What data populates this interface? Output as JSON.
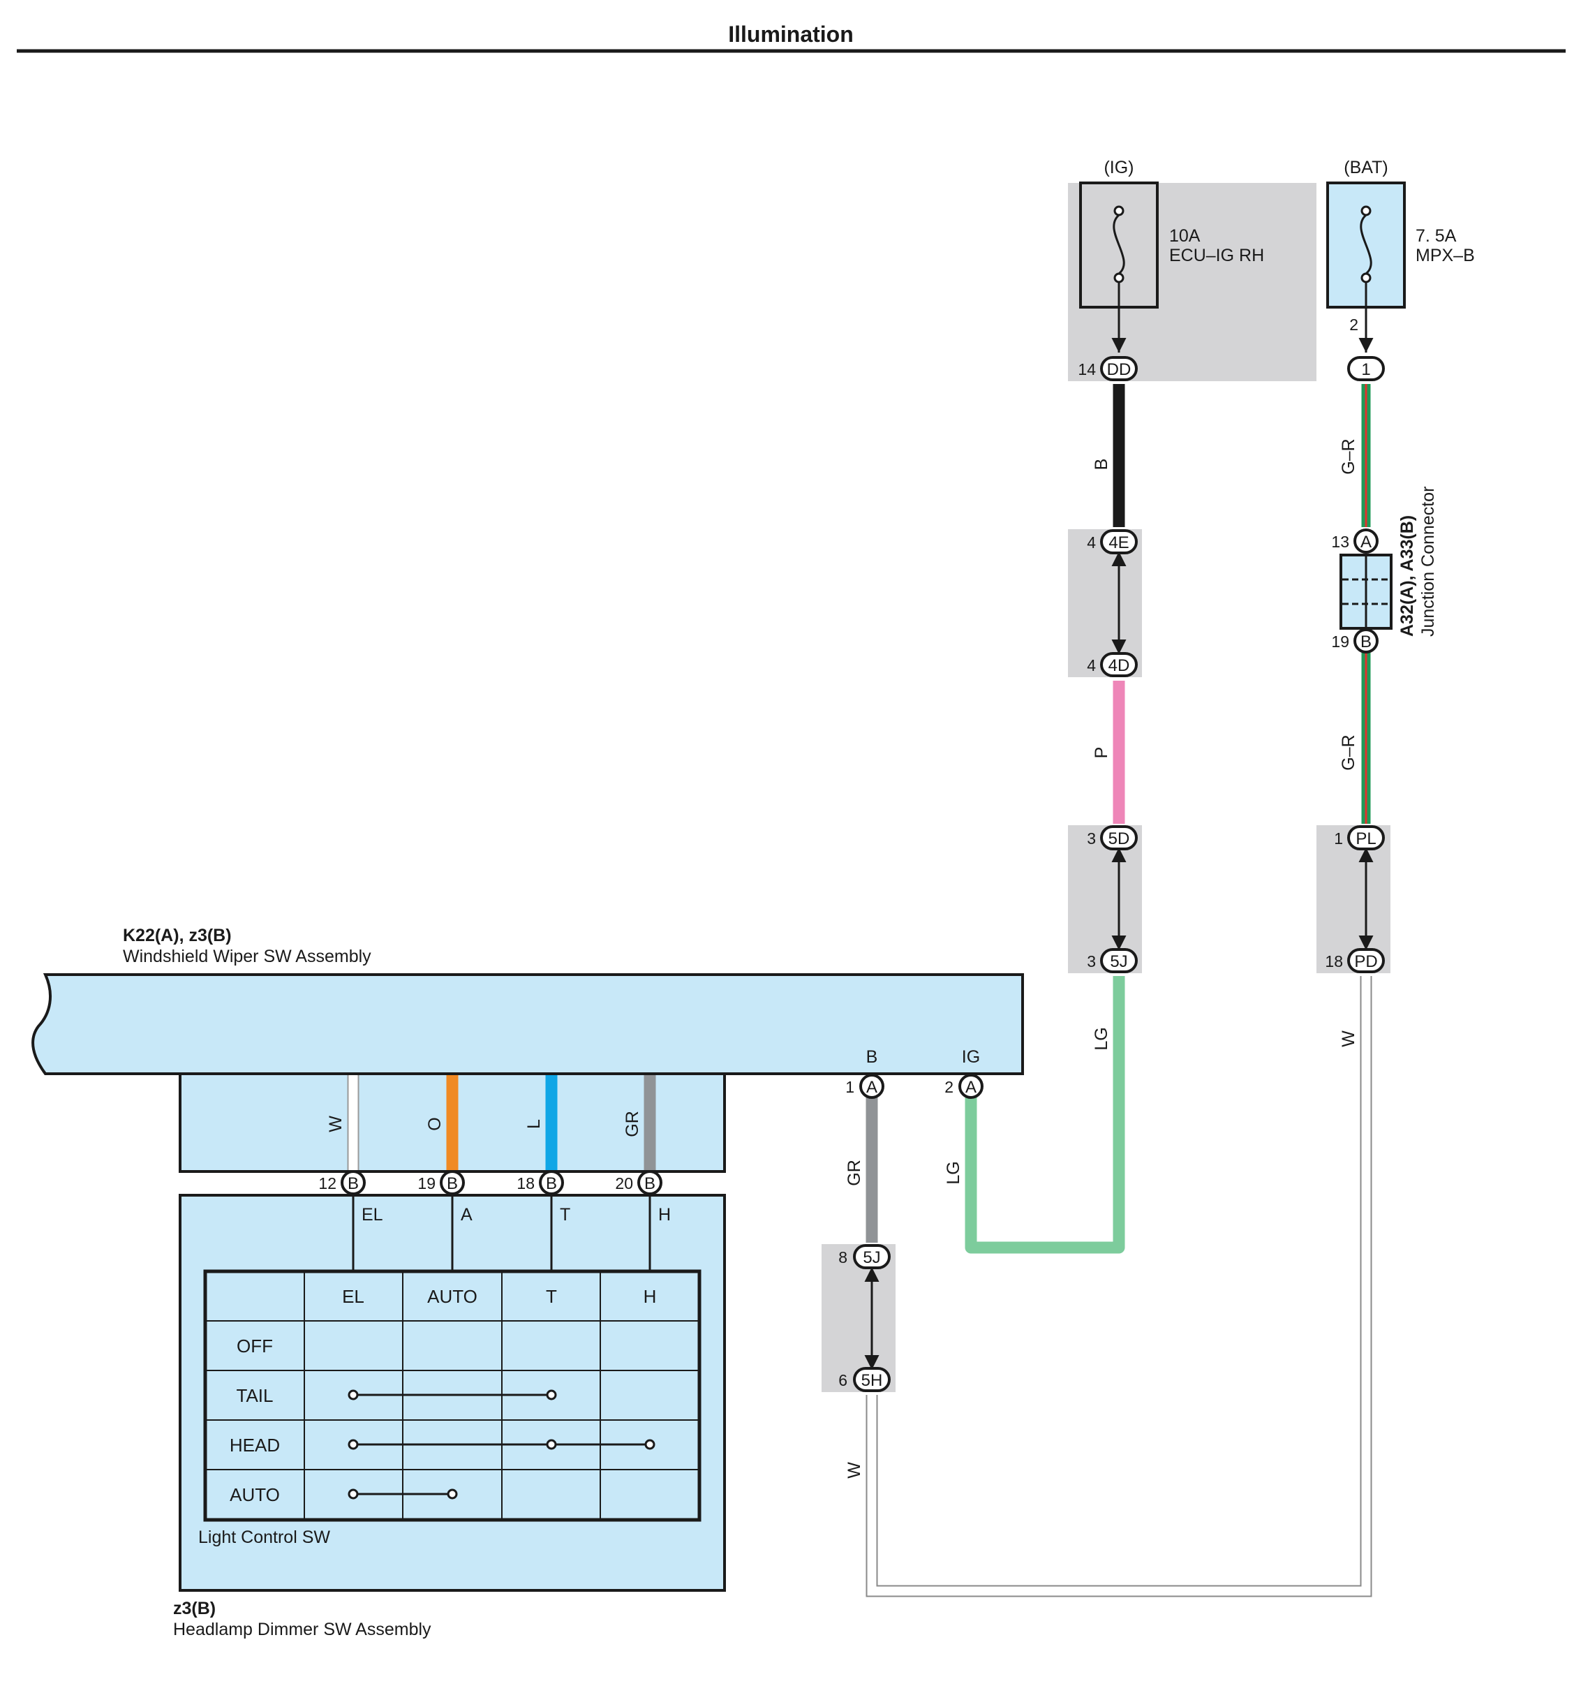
{
  "page": {
    "title": "Illumination"
  },
  "colors": {
    "component_fill": "#c8e8f8",
    "shade": "#d4d4d6",
    "wire_B": "#1a1a1a",
    "wire_P": "#ee86b8",
    "wire_LG": "#7dcc9c",
    "wire_GR": "#909396",
    "wire_O": "#f08a24",
    "wire_L": "#10a6e6",
    "wire_W": "#ffffff",
    "wire_G": "#1f9a57",
    "wire_R": "#e0342c"
  },
  "power": {
    "ig_label": "(IG)",
    "bat_label": "(BAT)",
    "fuse_ig": {
      "rating": "10A",
      "name": "ECU–IG RH"
    },
    "fuse_bat": {
      "rating": "7. 5A",
      "name": "MPX–B"
    }
  },
  "connectors": {
    "dd": {
      "pin": "14",
      "code": "DD"
    },
    "j1": {
      "pin": "2",
      "code": "1"
    },
    "e4": {
      "pin": "4",
      "code": "4E"
    },
    "d4": {
      "pin": "4",
      "code": "4D"
    },
    "d5": {
      "pin": "3",
      "code": "5D"
    },
    "j5": {
      "pin": "3",
      "code": "5J"
    },
    "pl": {
      "pin": "1",
      "code": "PL"
    },
    "pd": {
      "pin": "18",
      "code": "PD"
    },
    "a13": {
      "pin": "13",
      "code": "A"
    },
    "b19": {
      "pin": "19",
      "code": "B"
    },
    "a1": {
      "pin": "1",
      "code": "A",
      "term": "B"
    },
    "a2": {
      "pin": "2",
      "code": "A",
      "term": "IG"
    },
    "j5b": {
      "pin": "8",
      "code": "5J"
    },
    "h5": {
      "pin": "6",
      "code": "5H"
    },
    "b12": {
      "pin": "12",
      "code": "B",
      "term": "EL"
    },
    "b19b": {
      "pin": "19",
      "code": "B",
      "term": "A"
    },
    "b18": {
      "pin": "18",
      "code": "B",
      "term": "T"
    },
    "b20": {
      "pin": "20",
      "code": "B",
      "term": "H"
    }
  },
  "wires": {
    "b": "B",
    "p": "P",
    "lg1": "LG",
    "lg2": "LG",
    "gr_top": "G–R",
    "gr_mid": "G–R",
    "w_right": "W",
    "gr_left": "GR",
    "w_left": "W",
    "w_sw": "W",
    "o_sw": "O",
    "l_sw": "L",
    "gr_sw": "GR"
  },
  "junction": {
    "code": "A32(A), A33(B)",
    "name": "Junction Connector"
  },
  "wiper": {
    "code": "K22(A), z3(B)",
    "name": "Windshield Wiper SW Assembly"
  },
  "dimmer": {
    "code": "z3(B)",
    "name": "Headlamp Dimmer SW Assembly"
  },
  "light_control": {
    "label": "Light Control SW",
    "columns": [
      "EL",
      "AUTO",
      "T",
      "H"
    ],
    "rows": [
      "OFF",
      "TAIL",
      "HEAD",
      "AUTO"
    ],
    "continuity": {
      "OFF": [],
      "TAIL": [
        "EL",
        "T"
      ],
      "HEAD": [
        "EL",
        "T",
        "H"
      ],
      "AUTO": [
        "EL",
        "AUTO"
      ]
    }
  }
}
